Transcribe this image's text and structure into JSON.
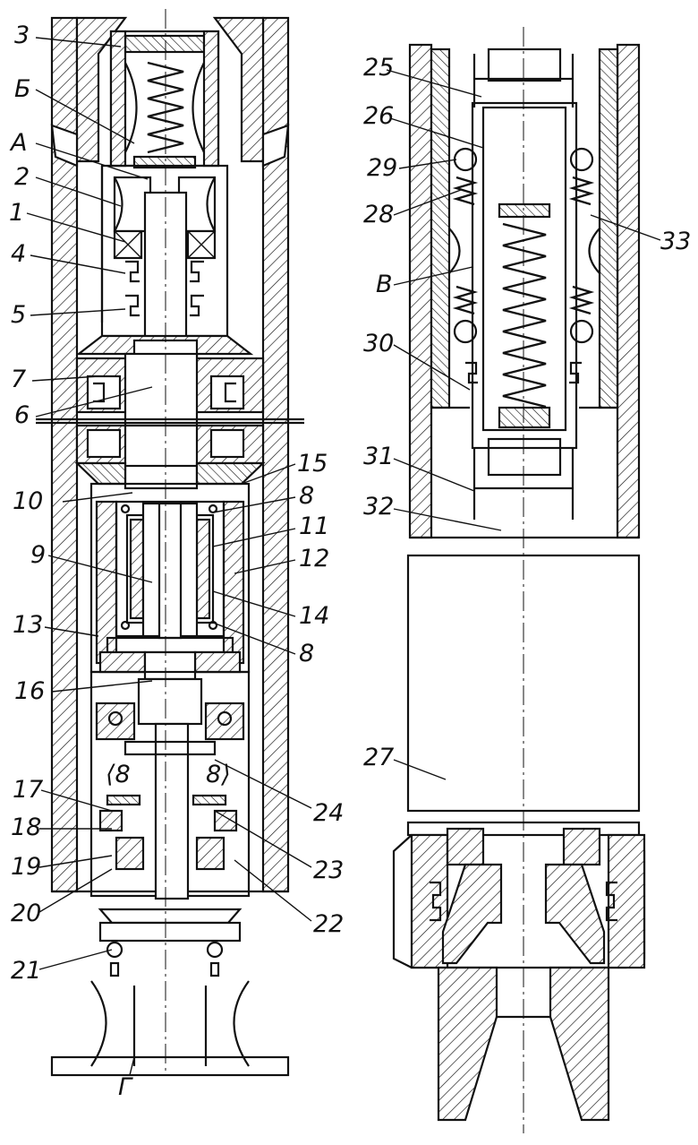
{
  "labels": [
    {
      "id": "3",
      "text": "3"
    },
    {
      "id": "B_cyr",
      "text": "Б"
    },
    {
      "id": "A",
      "text": "А"
    },
    {
      "id": "2",
      "text": "2"
    },
    {
      "id": "1",
      "text": "1"
    },
    {
      "id": "4",
      "text": "4"
    },
    {
      "id": "5",
      "text": "5"
    },
    {
      "id": "7",
      "text": "7"
    },
    {
      "id": "6",
      "text": "6"
    },
    {
      "id": "15",
      "text": "15"
    },
    {
      "id": "10",
      "text": "10"
    },
    {
      "id": "8a",
      "text": "8"
    },
    {
      "id": "11",
      "text": "11"
    },
    {
      "id": "9",
      "text": "9"
    },
    {
      "id": "12",
      "text": "12"
    },
    {
      "id": "13",
      "text": "13"
    },
    {
      "id": "14",
      "text": "14"
    },
    {
      "id": "8b",
      "text": "8"
    },
    {
      "id": "16",
      "text": "16"
    },
    {
      "id": "17",
      "text": "17"
    },
    {
      "id": "24",
      "text": "24"
    },
    {
      "id": "18",
      "text": "18"
    },
    {
      "id": "23",
      "text": "23"
    },
    {
      "id": "19",
      "text": "19"
    },
    {
      "id": "20",
      "text": "20"
    },
    {
      "id": "22",
      "text": "22"
    },
    {
      "id": "21",
      "text": "21"
    },
    {
      "id": "G",
      "text": "Г"
    },
    {
      "id": "25",
      "text": "25"
    },
    {
      "id": "26",
      "text": "26"
    },
    {
      "id": "29",
      "text": "29"
    },
    {
      "id": "28",
      "text": "28"
    },
    {
      "id": "33",
      "text": "33"
    },
    {
      "id": "V",
      "text": "В"
    },
    {
      "id": "30",
      "text": "30"
    },
    {
      "id": "31",
      "text": "31"
    },
    {
      "id": "32",
      "text": "32"
    },
    {
      "id": "27",
      "text": "27"
    }
  ]
}
